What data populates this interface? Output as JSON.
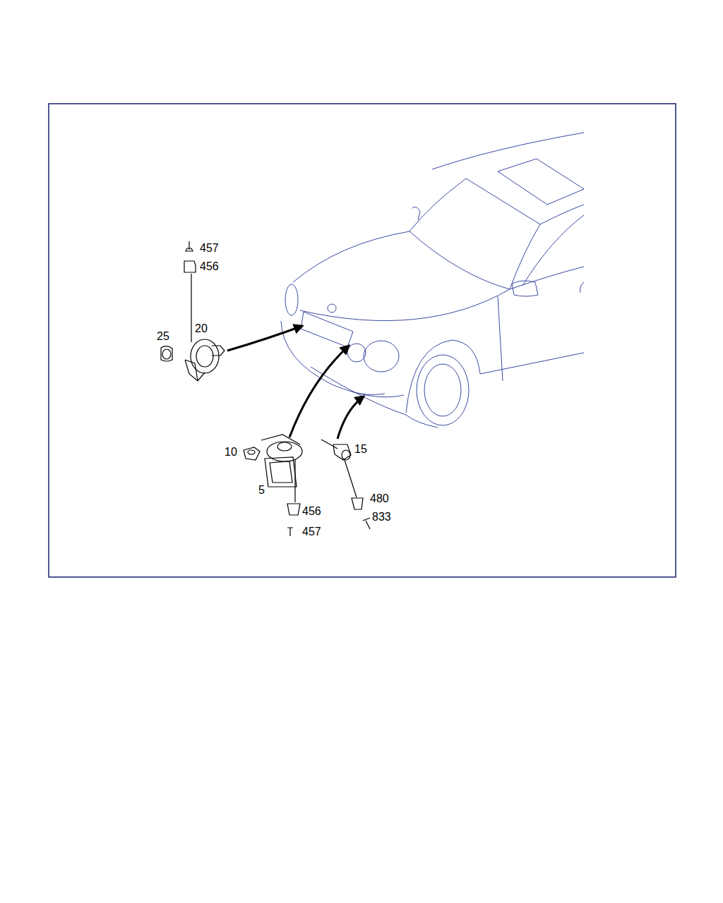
{
  "diagram": {
    "labels": [
      "457",
      "456",
      "20",
      "25",
      "10",
      "15",
      "5",
      "480",
      "456",
      "833",
      "457"
    ]
  }
}
